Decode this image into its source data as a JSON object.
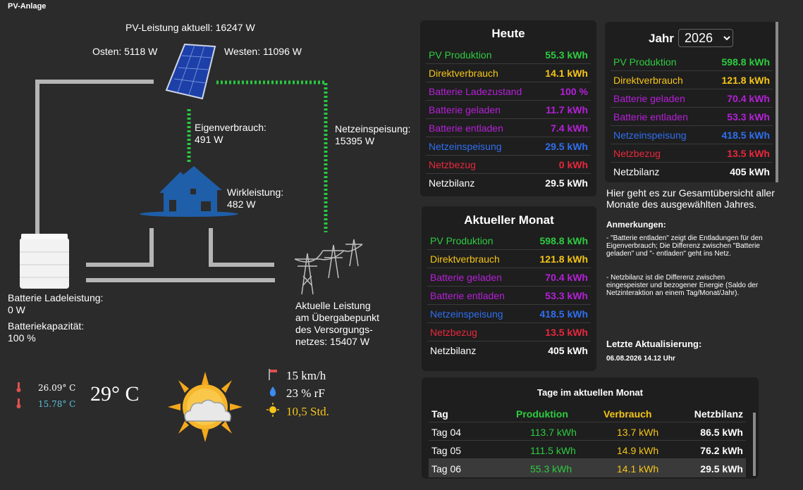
{
  "app_title": "PV-Anlage",
  "flow": {
    "pv_now": "PV-Leistung aktuell: 16247 W",
    "east": "Osten: 5118 W",
    "west": "Westen: 11096 W",
    "self_use_label": "Eigenverbrauch:",
    "self_use_value": "491 W",
    "feed_in_label": "Netzeinspeisung:",
    "feed_in_value": "15395 W",
    "active_power_label": "Wirkleistung:",
    "active_power_value": "482 W",
    "battery_charge_label": "Batterie Ladeleistung:",
    "battery_charge_value": "0 W",
    "battery_capacity_label": "Batteriekapazität:",
    "battery_capacity_value": "100 %",
    "grid_line1": "Aktuelle Leistung",
    "grid_line2": "am Übergabepunkt",
    "grid_line3": "des Versorgungs-",
    "grid_line4": "netzes: 15407 W"
  },
  "weather": {
    "temp_indoor": "26.09° C",
    "temp_outdoor": "15.78° C",
    "temp_main": "29° C",
    "wind": "15 km/h",
    "humidity": "23 % rF",
    "sunshine": "10,5 Std."
  },
  "colors": {
    "green": "#2ecc40",
    "yellow": "#f5c518",
    "purple": "#b520d8",
    "blue": "#2f6ff0",
    "red": "#e8283c",
    "white": "#ffffff",
    "tage_green": "#2ecc40",
    "tage_yellow": "#f5c518"
  },
  "heute": {
    "title": "Heute",
    "rows": [
      {
        "label": "PV Produktion",
        "value": "55.3 kWh",
        "color": "#2ecc40"
      },
      {
        "label": "Direktverbrauch",
        "value": "14.1 kWh",
        "color": "#f5c518"
      },
      {
        "label": "Batterie Ladezustand",
        "value": "100 %",
        "color": "#b520d8"
      },
      {
        "label": "Batterie geladen",
        "value": "11.7 kWh",
        "color": "#b520d8"
      },
      {
        "label": "Batterie entladen",
        "value": "7.4 kWh",
        "color": "#b520d8"
      },
      {
        "label": "Netzeinspeisung",
        "value": "29.5 kWh",
        "color": "#2f6ff0"
      },
      {
        "label": "Netzbezug",
        "value": "0 kWh",
        "color": "#e8283c"
      },
      {
        "label": "Netzbilanz",
        "value": "29.5 kWh",
        "color": "#ffffff"
      }
    ]
  },
  "monat": {
    "title": "Aktueller Monat",
    "rows": [
      {
        "label": "PV Produktion",
        "value": "598.8 kWh",
        "color": "#2ecc40"
      },
      {
        "label": "Direktverbrauch",
        "value": "121.8 kWh",
        "color": "#f5c518"
      },
      {
        "label": "Batterie geladen",
        "value": "70.4 kWh",
        "color": "#b520d8"
      },
      {
        "label": "Batterie entladen",
        "value": "53.3 kWh",
        "color": "#b520d8"
      },
      {
        "label": "Netzeinspeisung",
        "value": "418.5 kWh",
        "color": "#2f6ff0"
      },
      {
        "label": "Netzbezug",
        "value": "13.5 kWh",
        "color": "#e8283c"
      },
      {
        "label": "Netzbilanz",
        "value": "405 kWh",
        "color": "#ffffff"
      }
    ]
  },
  "jahr": {
    "title": "Jahr",
    "selected_year": "2026",
    "rows": [
      {
        "label": "PV Produktion",
        "value": "598.8 kWh",
        "color": "#2ecc40"
      },
      {
        "label": "Direktverbrauch",
        "value": "121.8 kWh",
        "color": "#f5c518"
      },
      {
        "label": "Batterie geladen",
        "value": "70.4 kWh",
        "color": "#b520d8"
      },
      {
        "label": "Batterie entladen",
        "value": "53.3 kWh",
        "color": "#b520d8"
      },
      {
        "label": "Netzeinspeisung",
        "value": "418.5 kWh",
        "color": "#2f6ff0"
      },
      {
        "label": "Netzbezug",
        "value": "13.5 kWh",
        "color": "#e8283c"
      },
      {
        "label": "Netzbilanz",
        "value": "405 kWh",
        "color": "#ffffff"
      }
    ]
  },
  "info": {
    "year_link": "Hier geht es zur Gesamtübersicht aller Monate des ausgewählten Jahres.",
    "notes_title": "Anmerkungen:",
    "note1": "- \"Batterie entladen\" zeigt die Entladungen für den Eigenverbrauch; Die Differenz zwischen \"Batterie geladen\" und \"- entladen\" geht ins Netz.",
    "note2": "- Netzbilanz ist die Differenz zwischen eingespeister und bezogener Energie (Saldo der Netzinteraktion an einem Tag/Monat/Jahr).",
    "update_title": "Letzte Aktualisierung:",
    "update_value": "06.08.2026 14.12 Uhr"
  },
  "tage": {
    "title": "Tage im aktuellen Monat",
    "headers": [
      "Tag",
      "Produktion",
      "Verbrauch",
      "Netzbilanz"
    ],
    "rows": [
      [
        "Tag 04",
        "113.7 kWh",
        "13.7 kWh",
        "86.5 kWh"
      ],
      [
        "Tag 05",
        "111.5 kWh",
        "14.9 kWh",
        "76.2 kWh"
      ],
      [
        "Tag 06",
        "55.3 kWh",
        "14.1 kWh",
        "29.5 kWh"
      ]
    ]
  }
}
